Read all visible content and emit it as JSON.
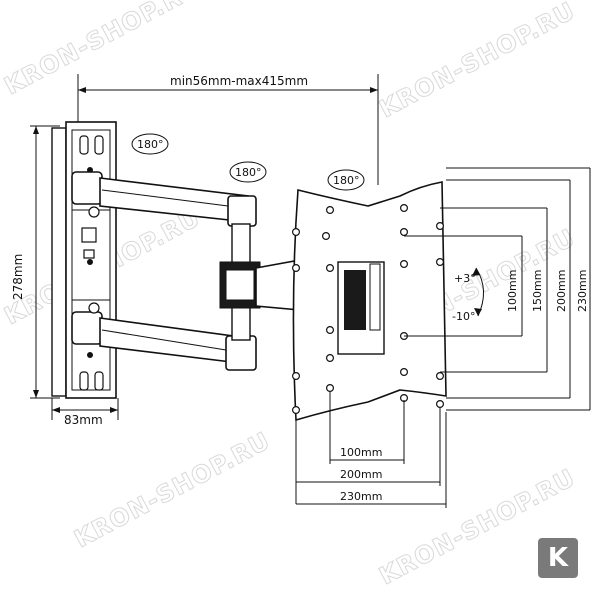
{
  "watermark": {
    "text": "KRON-SHOP.RU",
    "logo_letter": "K"
  },
  "dimensions": {
    "extension": "min56mm-max415mm",
    "height_plate": "278mm",
    "depth_plate": "83mm",
    "rot_1": "180°",
    "rot_2": "180°",
    "rot_3": "180°",
    "tilt_up": "+3°",
    "tilt_down": "-10°",
    "v100": "100mm",
    "v150": "150mm",
    "v200": "200mm",
    "v230": "230mm",
    "h100": "100mm",
    "h200": "200mm",
    "h230": "230mm"
  }
}
